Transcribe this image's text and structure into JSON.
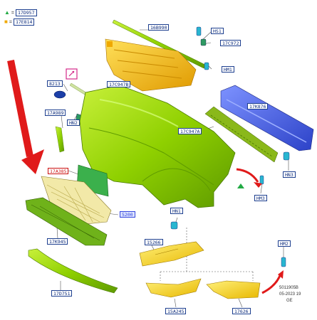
{
  "legend": [
    {
      "marker": "triangle",
      "color": "#22aa44",
      "equals": "=",
      "code": "17D957"
    },
    {
      "marker": "square",
      "color": "#f0a800",
      "equals": "=",
      "code": "17E814"
    }
  ],
  "labels": {
    "bar_top": "16B990",
    "hs1": "HS1",
    "c972": "17C972",
    "hm1": "HM1",
    "p8213": "8213",
    "c947b": "17C947B",
    "hn2": "HN2",
    "a989": "17A989",
    "k876": "17K876",
    "c947a": "17C947A",
    "a385": "17A385",
    "hn3": "HN3",
    "hm3": "HM3",
    "p5200": "5200",
    "hn1": "HN1",
    "k945": "17K945",
    "p15266": "15266",
    "hm2": "HM2",
    "d751": "17D751",
    "a245": "15A245",
    "p17626": "17626"
  },
  "doc_id": {
    "line1": "5011905B",
    "line2": "05-2023 19",
    "line3": "GE"
  },
  "colors": {
    "bumper_green": "#8fd000",
    "bracket_orange": "#f5c400",
    "beam_blue": "#4560dd",
    "label_border": "#1d3f8f",
    "arrow_red": "#e01a1a"
  }
}
